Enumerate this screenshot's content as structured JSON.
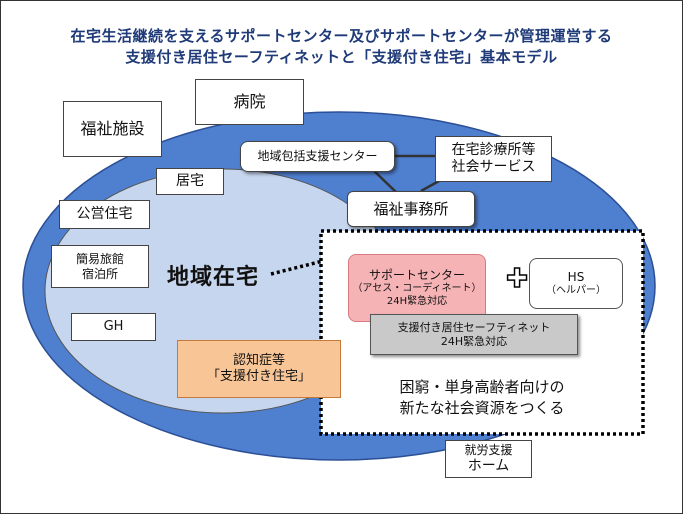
{
  "title": {
    "line1": "在宅生活継続を支えるサポートセンター及びサポートセンターが管理運営する",
    "line2": "支援付き居住セーフティネットと「支援付き住宅」基本モデル"
  },
  "colors": {
    "title": "#1f3a78",
    "outer_ring": "#4f7fcf",
    "inner_area": "#c6d6ef",
    "support_center": "#f6b3b6",
    "dementia_housing": "#f8c597",
    "safety_net": "#c9c9c9"
  },
  "boxes": {
    "welfare_facility": "福祉施設",
    "hospital": "病院",
    "regional_support_center": "地域包括支援センター",
    "home_clinic": {
      "line1": "在宅診療所等",
      "line2": "社会サービス"
    },
    "own_home": "居宅",
    "public_housing": "公営住宅",
    "welfare_office": "福祉事務所",
    "lodging": {
      "line1": "簡易旅館",
      "line2": "宿泊所"
    },
    "gh": "GH",
    "dementia": {
      "line1": "認知症等",
      "line2": "「支援付き住宅」"
    },
    "support_center": {
      "line1": "サポートセンター",
      "line2": "（アセス・コーディネート）",
      "line3": "24H緊急対応"
    },
    "hs": {
      "line1": "HS",
      "line2": "（ヘルパー）"
    },
    "safety_net": {
      "line1": "支援付き居住セーフティネット",
      "line2": "24H緊急対応"
    },
    "employment_home": {
      "line1": "就労支援",
      "line2": "ホーム"
    }
  },
  "plus_symbol": "✚",
  "community_housing_label": "地域在宅",
  "new_resources": {
    "line1": "困窮・単身高齢者向けの",
    "line2": "新たな社会資源をつくる"
  }
}
